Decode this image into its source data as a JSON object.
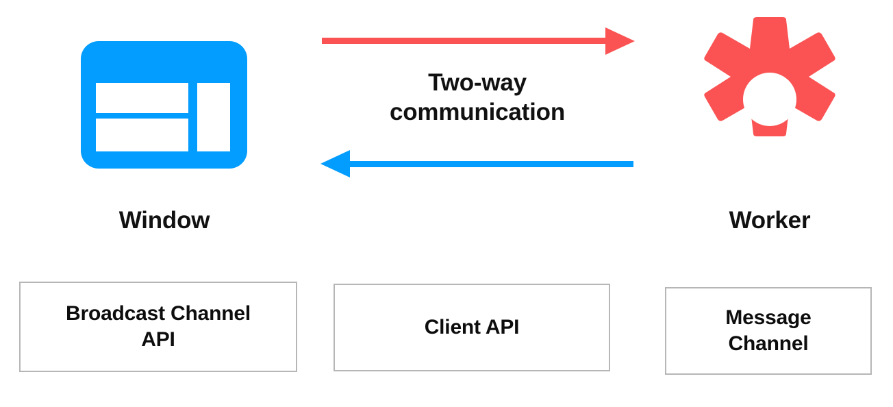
{
  "diagram": {
    "title": "Two-way communication between Window and Worker",
    "colors": {
      "window_blue": "#029dff",
      "worker_red": "#fb5353",
      "box_border": "#b6b6b6",
      "text": "#111111",
      "background": "#ffffff"
    },
    "nodes": [
      {
        "id": "window",
        "label": "Window",
        "icon": "browser-window-icon",
        "color": "#029dff"
      },
      {
        "id": "worker",
        "label": "Worker",
        "icon": "gear-icon",
        "color": "#fb5353"
      }
    ],
    "connection": {
      "caption_lines": [
        "Two-way",
        "communication"
      ],
      "arrows": [
        {
          "id": "window-to-worker",
          "direction": "right",
          "color": "#fb5353",
          "from": "window",
          "to": "worker"
        },
        {
          "id": "worker-to-window",
          "direction": "left",
          "color": "#029dff",
          "from": "worker",
          "to": "window"
        }
      ]
    },
    "api_boxes": [
      {
        "id": "broadcast-channel-api",
        "lines": [
          "Broadcast Channel",
          "API"
        ]
      },
      {
        "id": "client-api",
        "lines": [
          "Client API"
        ]
      },
      {
        "id": "message-channel",
        "lines": [
          "Message",
          "Channel"
        ]
      }
    ]
  }
}
